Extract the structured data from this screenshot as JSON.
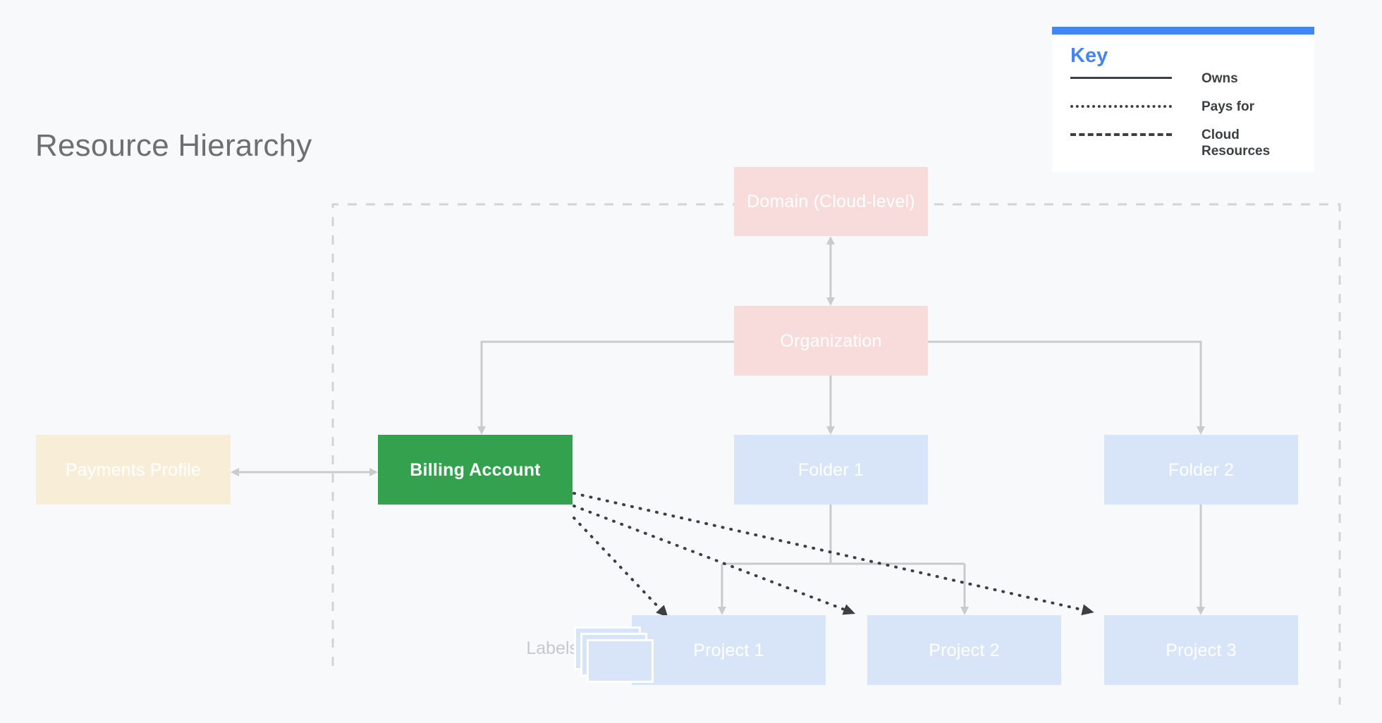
{
  "page": {
    "title": "Resource Hierarchy",
    "background_color": "#f8f9fa"
  },
  "key": {
    "title": "Key",
    "accent_color": "#4285f4",
    "items": [
      {
        "style": "solid",
        "label": "Owns"
      },
      {
        "style": "dotted",
        "label": "Pays for"
      },
      {
        "style": "dashed",
        "label": "Cloud Resources"
      }
    ]
  },
  "nodes": {
    "domain": {
      "label": "Domain (Cloud-level)",
      "color": "#f8dcdc"
    },
    "organization": {
      "label": "Organization",
      "color": "#f8dcdc"
    },
    "billing": {
      "label": "Billing Account",
      "color": "#34a14e"
    },
    "payments": {
      "label": "Payments Profile",
      "color": "#f8eed8"
    },
    "folder1": {
      "label": "Folder 1",
      "color": "#d8e5f8"
    },
    "folder2": {
      "label": "Folder 2",
      "color": "#d8e5f8"
    },
    "project1": {
      "label": "Project 1",
      "color": "#d8e5f8"
    },
    "project2": {
      "label": "Project 2",
      "color": "#d8e5f8"
    },
    "project3": {
      "label": "Project 3",
      "color": "#d8e5f8"
    },
    "labels": {
      "label": "Labels",
      "color": "#d8e5f8"
    }
  },
  "edges": [
    {
      "from": "domain",
      "to": "organization",
      "style": "solid",
      "arrows": "both"
    },
    {
      "from": "organization",
      "to": "billing",
      "style": "solid",
      "arrows": "end"
    },
    {
      "from": "organization",
      "to": "folder1",
      "style": "solid",
      "arrows": "end"
    },
    {
      "from": "organization",
      "to": "folder2",
      "style": "solid",
      "arrows": "end"
    },
    {
      "from": "payments",
      "to": "billing",
      "style": "solid",
      "arrows": "both"
    },
    {
      "from": "folder1",
      "to": "project1",
      "style": "solid",
      "arrows": "end"
    },
    {
      "from": "folder1",
      "to": "project2",
      "style": "solid",
      "arrows": "end"
    },
    {
      "from": "folder2",
      "to": "project3",
      "style": "solid",
      "arrows": "end"
    },
    {
      "from": "billing",
      "to": "project1",
      "style": "dotted",
      "arrows": "end"
    },
    {
      "from": "billing",
      "to": "project2",
      "style": "dotted",
      "arrows": "end"
    },
    {
      "from": "billing",
      "to": "project3",
      "style": "dotted",
      "arrows": "end"
    }
  ],
  "cloud_resources_boundary": {
    "style": "dashed",
    "color": "#d2d4d6"
  },
  "colors": {
    "connector": "#c9cbcd",
    "dotted_connector": "#3c4043",
    "boundary": "#d2d4d6",
    "title_text": "#6d6f71",
    "node_text": "#ffffff",
    "labels_text": "#c6c9cc"
  }
}
